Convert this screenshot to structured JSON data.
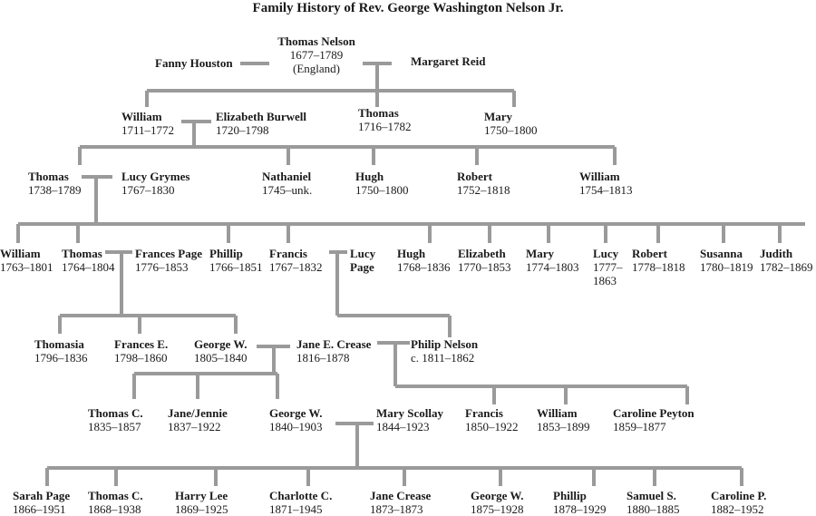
{
  "title": "Family History of Rev. George Washington Nelson Jr.",
  "people": [
    {
      "id": "thomas-nelson",
      "name": "Thomas Nelson",
      "dates": "1677–1789",
      "note": "(England)"
    },
    {
      "id": "fanny-houston",
      "name": "Fanny Houston",
      "dates": ""
    },
    {
      "id": "margaret-reid",
      "name": "Margaret Reid",
      "dates": ""
    },
    {
      "id": "william-1711",
      "name": "William",
      "dates": "1711–1772"
    },
    {
      "id": "elizabeth-burwell",
      "name": "Elizabeth Burwell",
      "dates": "1720–1798"
    },
    {
      "id": "thomas-1716",
      "name": "Thomas",
      "dates": "1716–1782"
    },
    {
      "id": "mary-1750",
      "name": "Mary",
      "dates": "1750–1800"
    },
    {
      "id": "thomas-1738",
      "name": "Thomas",
      "dates": "1738–1789"
    },
    {
      "id": "lucy-grymes",
      "name": "Lucy Grymes",
      "dates": "1767–1830"
    },
    {
      "id": "nathaniel-1745",
      "name": "Nathaniel",
      "dates": "1745–unk."
    },
    {
      "id": "hugh-1750",
      "name": "Hugh",
      "dates": "1750–1800"
    },
    {
      "id": "robert-1752",
      "name": "Robert",
      "dates": "1752–1818"
    },
    {
      "id": "william-1754",
      "name": "William",
      "dates": "1754–1813"
    },
    {
      "id": "william-1763",
      "name": "William",
      "dates": "1763–1801"
    },
    {
      "id": "thomas-1764",
      "name": "Thomas",
      "dates": "1764–1804"
    },
    {
      "id": "frances-page",
      "name": "Frances Page",
      "dates": "1776–1853"
    },
    {
      "id": "phillip-1766",
      "name": "Phillip",
      "dates": "1766–1851"
    },
    {
      "id": "francis-1767",
      "name": "Francis",
      "dates": "1767–1832"
    },
    {
      "id": "lucy-page",
      "name": "Lucy",
      "name2": "Page",
      "dates": ""
    },
    {
      "id": "hugh-1768",
      "name": "Hugh",
      "dates": "1768–1836"
    },
    {
      "id": "elizabeth-1770",
      "name": "Elizabeth",
      "dates": "1770–1853"
    },
    {
      "id": "mary-1774",
      "name": "Mary",
      "dates": "1774–1803"
    },
    {
      "id": "lucy-1777",
      "name": "Lucy",
      "dates": "1777–",
      "dates2": "1863"
    },
    {
      "id": "robert-1778",
      "name": "Robert",
      "dates": "1778–1818"
    },
    {
      "id": "susanna-1780",
      "name": "Susanna",
      "dates": "1780–1819"
    },
    {
      "id": "judith-1782",
      "name": "Judith",
      "dates": "1782–1869"
    },
    {
      "id": "thomasia-1796",
      "name": "Thomasia",
      "dates": "1796–1836"
    },
    {
      "id": "frances-e-1798",
      "name": "Frances E.",
      "dates": "1798–1860"
    },
    {
      "id": "george-w-1805",
      "name": "George W.",
      "dates": "1805–1840"
    },
    {
      "id": "jane-e-crease",
      "name": "Jane E. Crease",
      "dates": "1816–1878"
    },
    {
      "id": "philip-nelson",
      "name": "Philip Nelson",
      "dates": "c. 1811–1862"
    },
    {
      "id": "thomas-c-1835",
      "name": "Thomas C.",
      "dates": "1835–1857"
    },
    {
      "id": "jane-jennie-1837",
      "name": "Jane/Jennie",
      "dates": "1837–1922"
    },
    {
      "id": "george-w-1840",
      "name": "George W.",
      "dates": "1840–1903"
    },
    {
      "id": "mary-scollay",
      "name": "Mary Scollay",
      "dates": "1844–1923"
    },
    {
      "id": "francis-1850",
      "name": "Francis",
      "dates": "1850–1922"
    },
    {
      "id": "william-1853",
      "name": "William",
      "dates": "1853–1899"
    },
    {
      "id": "caroline-peyton",
      "name": "Caroline Peyton",
      "dates": "1859–1877"
    },
    {
      "id": "sarah-page-1866",
      "name": "Sarah Page",
      "dates": "1866–1951"
    },
    {
      "id": "thomas-c-1868",
      "name": "Thomas C.",
      "dates": "1868–1938"
    },
    {
      "id": "harry-lee-1869",
      "name": "Harry Lee",
      "dates": "1869–1925"
    },
    {
      "id": "charlotte-c-1871",
      "name": "Charlotte C.",
      "dates": "1871–1945"
    },
    {
      "id": "jane-crease-1873",
      "name": "Jane Crease",
      "dates": "1873–1873"
    },
    {
      "id": "george-w-1875",
      "name": "George W.",
      "dates": "1875–1928"
    },
    {
      "id": "phillip-1878",
      "name": "Phillip",
      "dates": "1878–1929"
    },
    {
      "id": "samuel-s-1880",
      "name": "Samuel S.",
      "dates": "1880–1885"
    },
    {
      "id": "caroline-p-1882",
      "name": "Caroline P.",
      "dates": "1882–1952"
    }
  ]
}
